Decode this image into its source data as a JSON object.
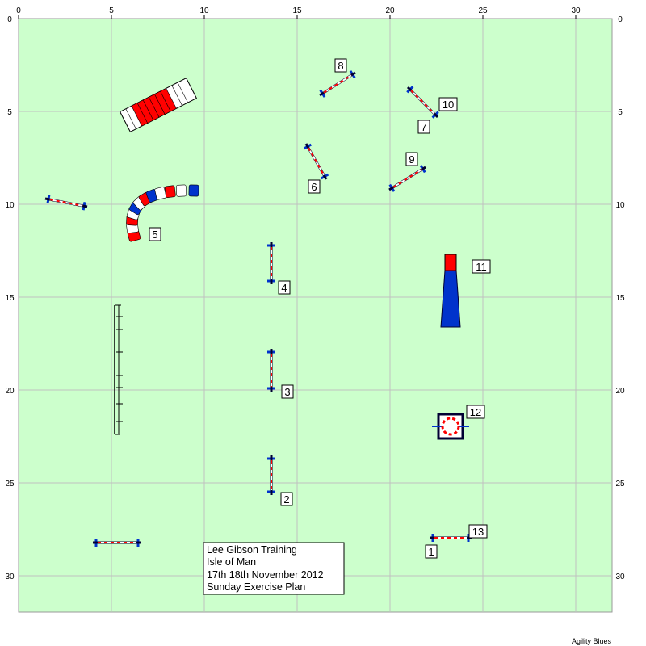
{
  "arena": {
    "x_ticks": [
      "0",
      "5",
      "10",
      "15",
      "20",
      "25",
      "30"
    ],
    "y_ticks": [
      "0",
      "5",
      "10",
      "15",
      "20",
      "25",
      "30"
    ],
    "colors": {
      "field": "#ccffcc",
      "grid": "#c0c0c0",
      "red": "#ff0000",
      "blue": "#0033cc",
      "dark": "#000033"
    }
  },
  "obstacles": {
    "jump_labels": [
      "1",
      "2",
      "3",
      "4",
      "6",
      "7",
      "8",
      "9",
      "10",
      "13"
    ],
    "tunnel_label": "5",
    "weave_label": "11",
    "tyre_label": "12"
  },
  "info_box": {
    "lines": [
      "Lee Gibson Training",
      "Isle of Man",
      "17th 18th November 2012",
      "Sunday Exercise Plan"
    ]
  },
  "credit": "Agility Blues"
}
